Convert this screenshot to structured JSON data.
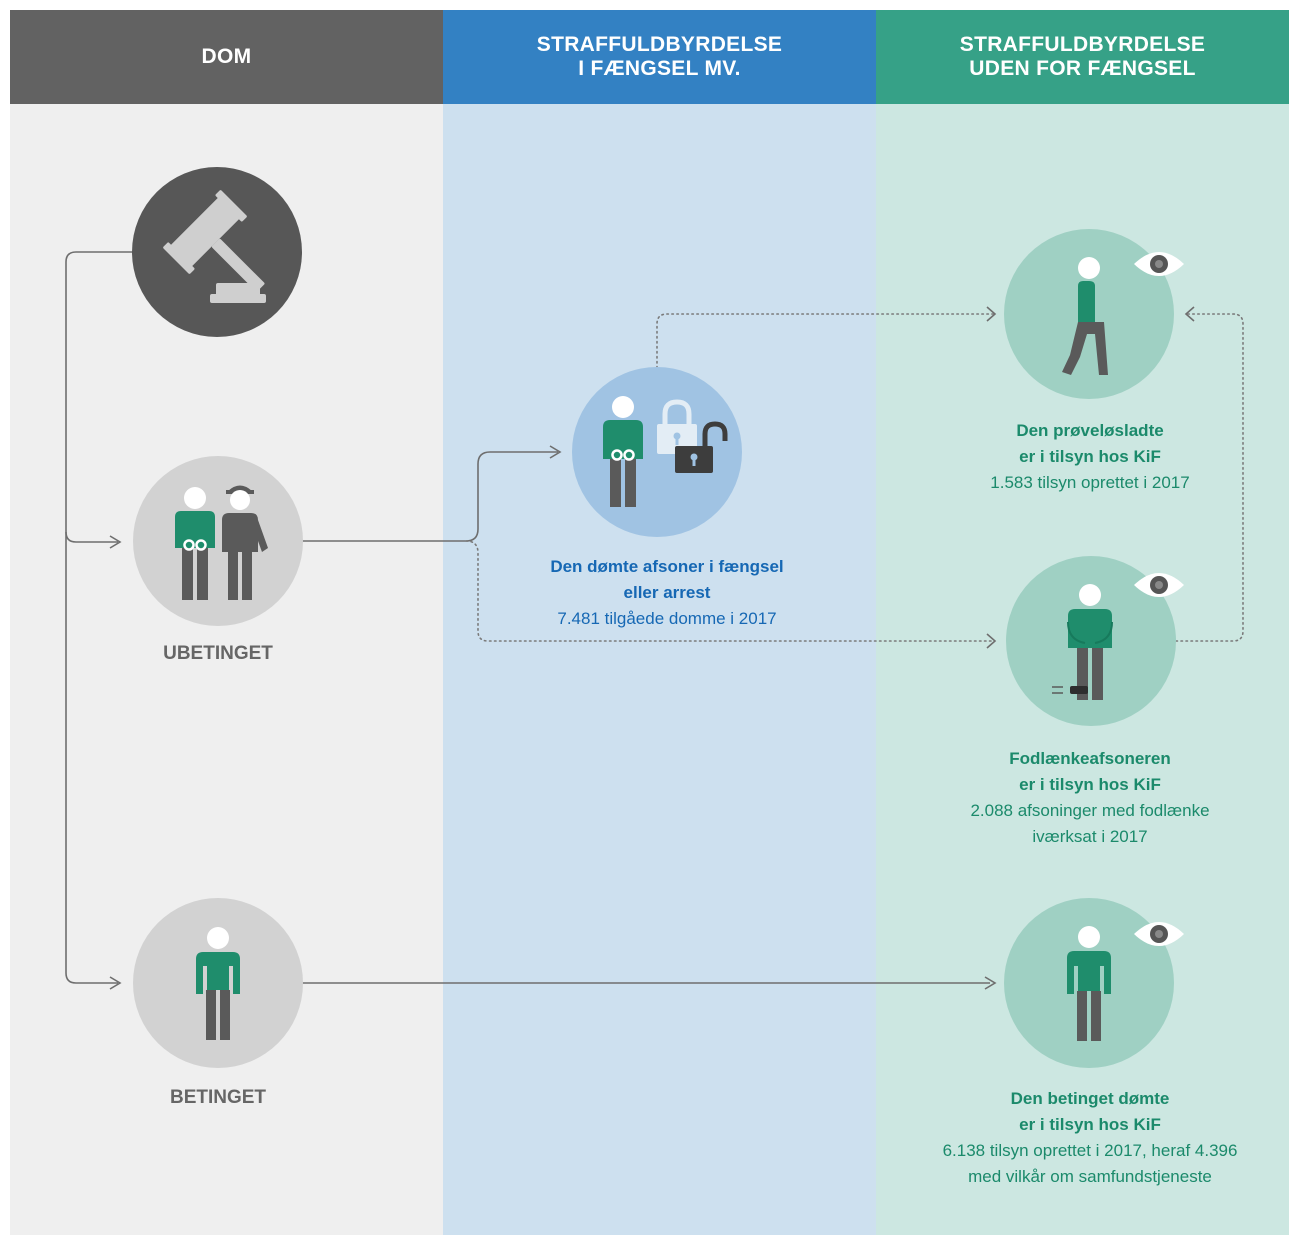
{
  "headers": {
    "dom": "DOM",
    "prison": [
      "STRAFFULDBYRDELSE",
      "I FÆNGSEL MV."
    ],
    "outside": [
      "STRAFFULDBYRDELSE",
      "UDEN FOR FÆNGSEL"
    ]
  },
  "labels": {
    "ubetinget": "UBETINGET",
    "betinget": "BETINGET"
  },
  "prison_node": {
    "title1": "Den dømte afsoner i fængsel",
    "title2": "eller arrest",
    "stat": "7.481 tilgåede domme i 2017"
  },
  "parole_node": {
    "title1": "Den prøveløsladte",
    "title2": "er i tilsyn hos KiF",
    "stat": "1.583 tilsyn oprettet i 2017"
  },
  "ankle_node": {
    "title1": "Fodlænkeafsoneren",
    "title2": "er i tilsyn hos KiF",
    "stat1": "2.088 afsoninger med fodlænke",
    "stat2": "iværksat i 2017"
  },
  "suspended_node": {
    "title1": "Den betinget dømte",
    "title2": "er i tilsyn hos KiF",
    "stat1": "6.138 tilsyn oprettet i 2017, heraf 4.396",
    "stat2": "med vilkår om samfundstjeneste"
  },
  "colors": {
    "dom_header": "#626262",
    "prison_header": "#3381c3",
    "outside_header": "#36a187",
    "person_shirt": "#1f8d6c",
    "person_pants": "#5a5a5a"
  }
}
